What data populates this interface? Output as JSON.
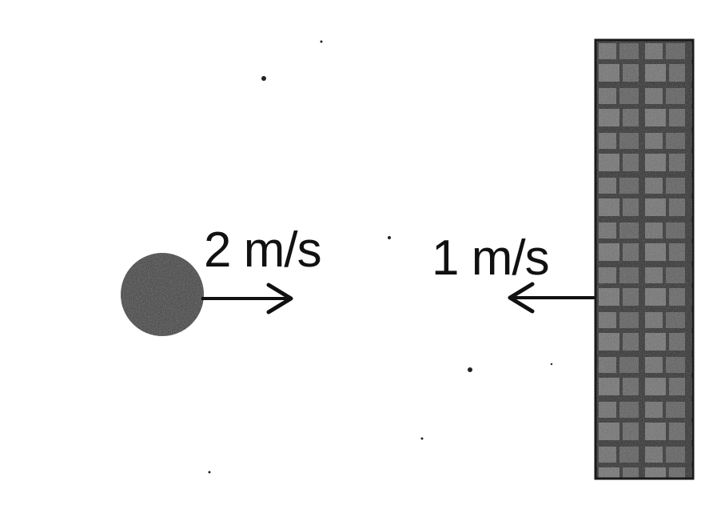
{
  "ball": {
    "velocity_label": "2 m/s",
    "direction": "right",
    "color": "#3a3a3a"
  },
  "wall": {
    "velocity_label": "1 m/s",
    "direction": "left",
    "color": "#4a4a4a"
  },
  "arrow_color": "#111111"
}
